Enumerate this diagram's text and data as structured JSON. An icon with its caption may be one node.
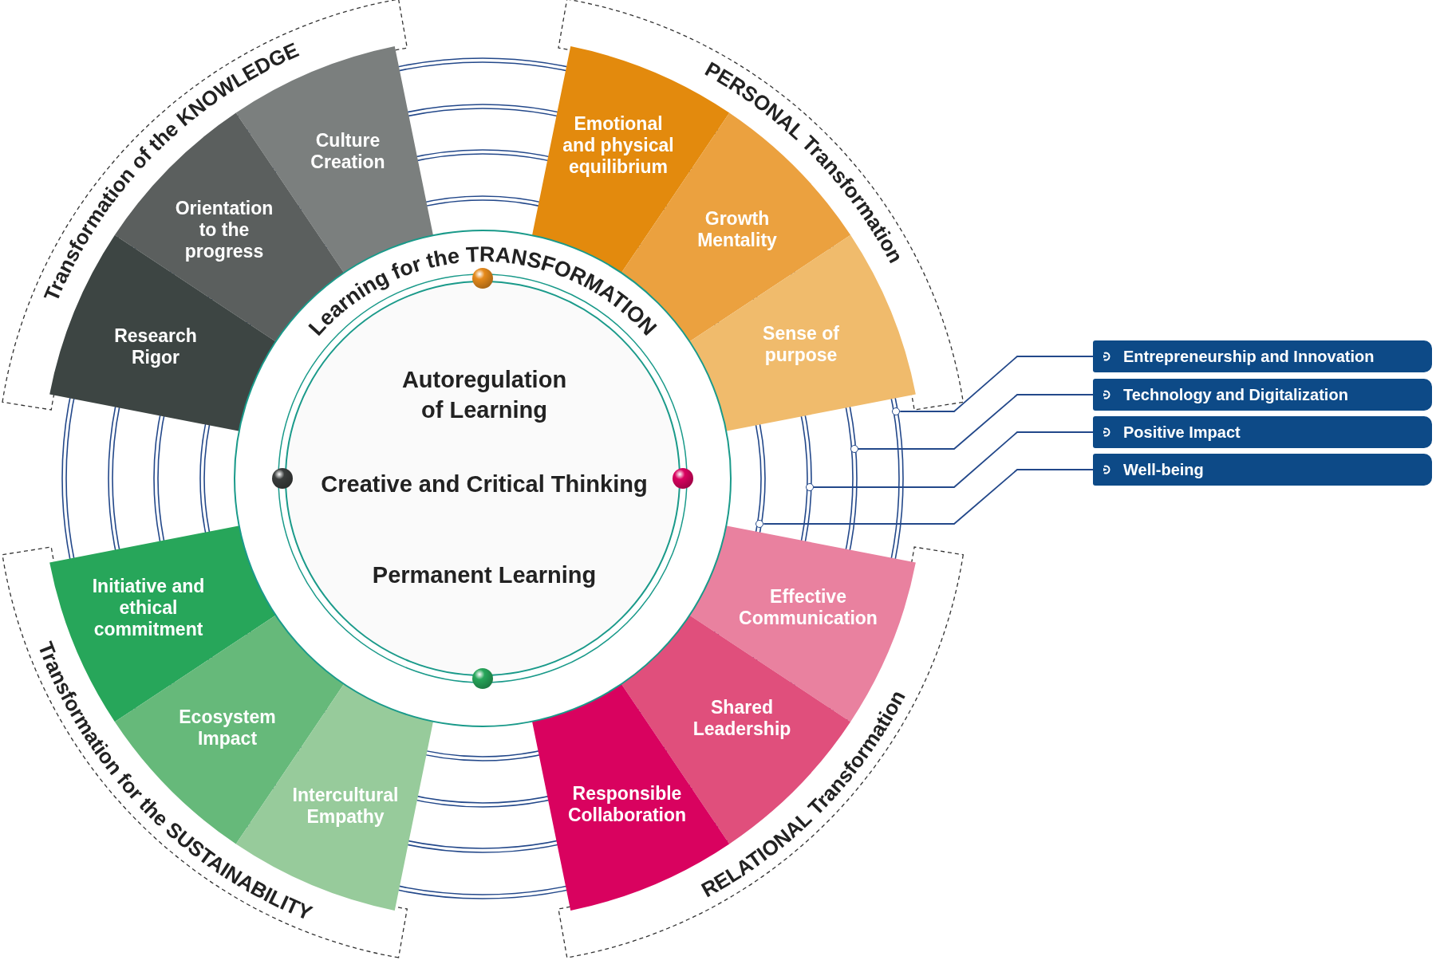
{
  "diagram": {
    "nodes": [
      {
        "text": [
          "Transformation of the KNOWLEDGE"
        ]
      },
      {
        "text": [
          "Culture Creation"
        ]
      },
      {
        "text": [
          "Orientation to the progress"
        ]
      },
      {
        "text": [
          "Research Rigor"
        ]
      },
      {
        "text": [
          "PERSONAL Transformation"
        ]
      },
      {
        "text": [
          "Emotional and physical equilibrium"
        ]
      },
      {
        "text": [
          "Growth Mentality"
        ]
      },
      {
        "text": [
          "Sense of purpose"
        ]
      },
      {
        "text": [
          "Learning for the TRANSFORMATION"
        ]
      },
      {
        "text": [
          "Autoregulation of Learning",
          "Creative and Critical Thinking",
          "Permanent Learning"
        ],
        "in": 8
      },
      {
        "text": [
          "Entrepreneurship and Innovation"
        ]
      },
      {
        "text": [
          "Technology and Digitalization"
        ]
      },
      {
        "text": [
          "Positive Impact"
        ]
      },
      {
        "text": [
          "Well-being"
        ]
      },
      {
        "text": [],
        "shape": "circle"
      },
      {
        "text": [],
        "shape": "circle"
      },
      {
        "text": [],
        "shape": "circle"
      },
      {
        "text": [],
        "shape": "circle"
      },
      {
        "text": [
          "Transformation for the SUSTAINABILITY"
        ]
      },
      {
        "text": [
          "Initiative and ethical commitment"
        ]
      },
      {
        "text": [
          "Ecosystem Impact"
        ]
      },
      {
        "text": [
          "Intercultural Empathy"
        ]
      },
      {
        "text": [
          "RELATIONAL Transformation"
        ]
      },
      {
        "text": [
          "Effective Communication"
        ]
      },
      {
        "text": [
          "Shared Leadership"
        ]
      },
      {
        "text": [
          "Responsible Collaboration"
        ]
      }
    ],
    "edges": [
      {
        "from": 10,
        "to": 14,
        "arrow": "none"
      },
      {
        "from": 11,
        "to": 15,
        "arrow": "none"
      },
      {
        "from": 12,
        "to": 16,
        "arrow": "none"
      },
      {
        "from": 13,
        "to": 17,
        "arrow": "none"
      }
    ]
  }
}
